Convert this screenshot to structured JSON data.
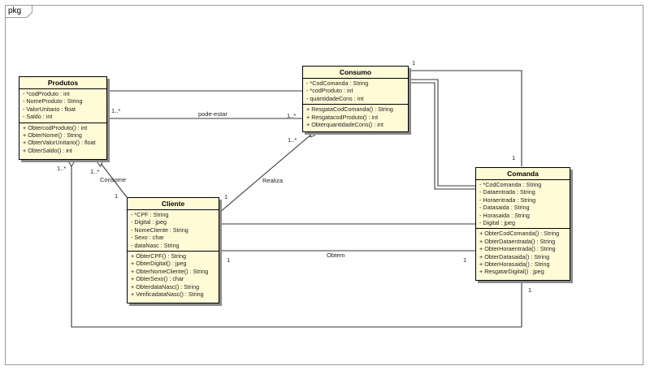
{
  "package": {
    "label": "pkg"
  },
  "classes": {
    "produtos": {
      "name": "Produtos",
      "attributes": [
        "- *codProduto : int",
        "- NomeProduto : String",
        "- ValorUnitario : float",
        "- Saldo : int"
      ],
      "operations": [
        "+ ObtercodProduto() : int",
        "+ ObterNome() : String",
        "+ ObterValorUnitario() : float",
        "+ ObterSaldo() : int"
      ]
    },
    "consumo": {
      "name": "Consumo",
      "attributes": [
        "- *CodComanda : String",
        "- *codProduto : int",
        "- quantidadeCons : int"
      ],
      "operations": [
        "+ ResgataCodComanda() : String",
        "+ ResgatacodProduto() : int",
        "+ ObterquantidadeCons() : int"
      ]
    },
    "cliente": {
      "name": "Cliente",
      "attributes": [
        "- *CPF : String",
        "- Digital : jpeg",
        "- NomeCliente : String",
        "- Sexo : char",
        "- dataNasc : String"
      ],
      "operations": [
        "+ ObterCPF() : String",
        "+ ObterDigital() : jpeg",
        "+ ObterNomeCliente() : String",
        "+ ObterSexo() : char",
        "+ ObterdataNasc() : String",
        "+ VerificadataNasc() : String"
      ]
    },
    "comanda": {
      "name": "Comanda",
      "attributes": [
        "- *CodComanda : String",
        "- Dataentrada : String",
        "- Horaentrada : String",
        "- Datasaida : String",
        "- Horasaida : String",
        "- Digital : jpeg"
      ],
      "operations": [
        "+ ObterCodComanda() : String",
        "+ ObterDataentrada() : String",
        "+ ObterHoraentrada() : String",
        "+ ObterDatasaida() : String",
        "+ ObterHorasaida() : String",
        "+ ResgatarDigital() : jpeg"
      ]
    }
  },
  "associations": {
    "pode_estar": "pode-estar",
    "consome": "Consome",
    "realiza": "Realiza",
    "obtem": "Obtem"
  },
  "multiplicities": {
    "pode_estar_produtos": "1..*",
    "pode_estar_consumo": "1..*",
    "consome_produtos": "1..*",
    "consome_cliente": "1",
    "realiza_consumo": "1..*",
    "realiza_cliente": "1",
    "obtem_cliente": "1",
    "obtem_comanda": "1",
    "consumo_comanda_top": "1",
    "comanda_top": "1",
    "produtos_loop": "1..*",
    "comanda_bottom": "1"
  }
}
